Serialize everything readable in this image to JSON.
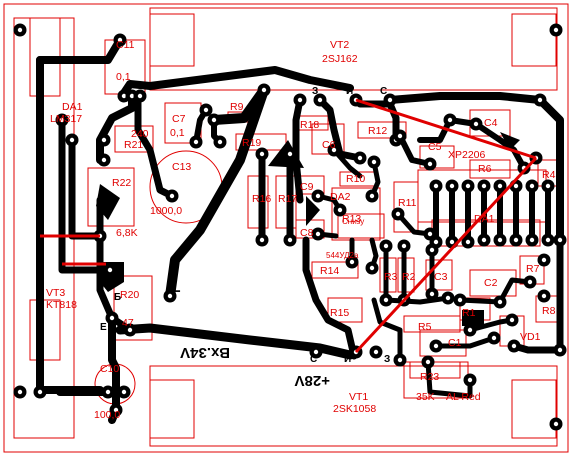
{
  "board": {
    "components": {
      "vt2": {
        "ref": "VT2",
        "part": "2SJ162"
      },
      "vt1": {
        "ref": "VT1",
        "part": "2SK1058"
      },
      "vt3": {
        "ref": "VT3",
        "part": "KT818"
      },
      "da1_reg": {
        "ref": "DA1",
        "part": "LM317"
      },
      "da1_chip": {
        "ref": "DA1"
      },
      "da2": {
        "ref": "DA2",
        "part": "544УД2а"
      },
      "c11": {
        "ref": "C11",
        "value": "0,1"
      },
      "c7": {
        "ref": "C7",
        "value": "0,1"
      },
      "c13": {
        "ref": "C13",
        "value": "1000,0"
      },
      "c10": {
        "ref": "C10",
        "value": "100,0"
      },
      "r21": {
        "ref": "R21",
        "value": "240"
      },
      "r22": {
        "ref": "R22",
        "value": "6,8K"
      },
      "r20": {
        "ref": "R20",
        "value": "47"
      },
      "r23": {
        "ref": "R23",
        "value": "35K"
      },
      "led": {
        "part": "AL Red"
      },
      "xp": {
        "ref": "XP2206"
      },
      "vd1": {
        "ref": "VD1"
      },
      "misc": [
        "R9",
        "R19",
        "R18",
        "R16",
        "R17",
        "R12",
        "R10",
        "R11",
        "R14",
        "R15",
        "R13",
        "C6",
        "C9",
        "C8",
        "C5",
        "C4",
        "C3",
        "C2",
        "C1",
        "R3",
        "R2",
        "R1",
        "R4",
        "R5",
        "R6",
        "R7",
        "R8"
      ],
      "r13_note": "Снизу"
    },
    "texts": {
      "input": "Вх.34V",
      "output": "+28V",
      "minus": "−",
      "plus": "+"
    },
    "pins": {
      "vt2": [
        "З",
        "И",
        "С"
      ],
      "vt1": [
        "С",
        "И",
        "З"
      ],
      "vt3": [
        "Б",
        "Е"
      ]
    }
  }
}
